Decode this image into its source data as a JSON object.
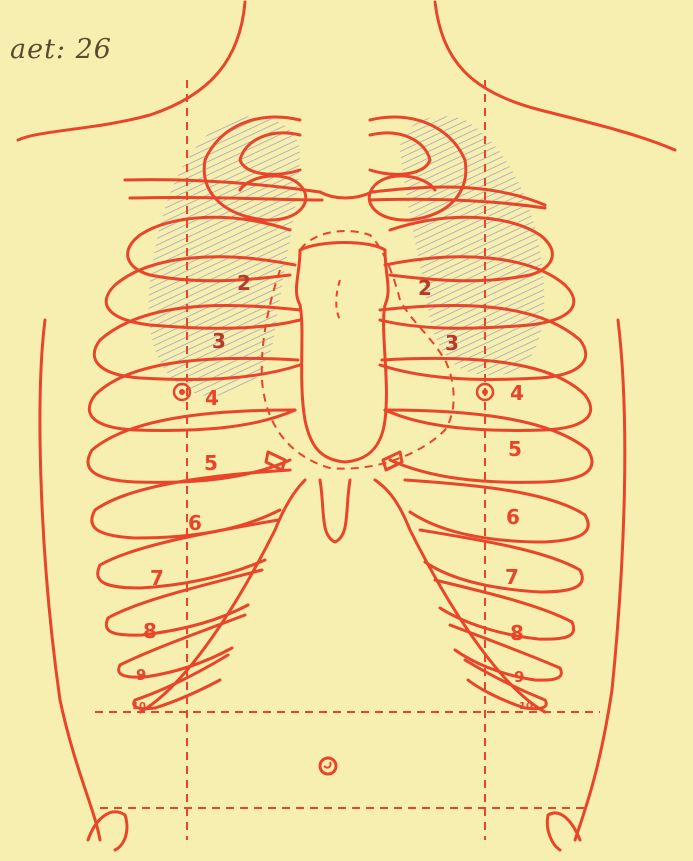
{
  "annotation": {
    "text": "aet: 26"
  },
  "rib_labels": {
    "right": [
      "2",
      "3",
      "4",
      "5",
      "6",
      "7",
      "8",
      "9",
      "10"
    ],
    "left": [
      "2",
      "3",
      "4",
      "5",
      "6",
      "7",
      "8",
      "9",
      "10"
    ]
  },
  "colors": {
    "paper": "#f7efb0",
    "ink_red": "#e8452a",
    "ink_dark": "#b83a28",
    "shading_blue": "#6b74c8",
    "handwriting": "#5a4a30"
  },
  "icons": [
    "nipple-marker-icon",
    "navel-icon"
  ]
}
